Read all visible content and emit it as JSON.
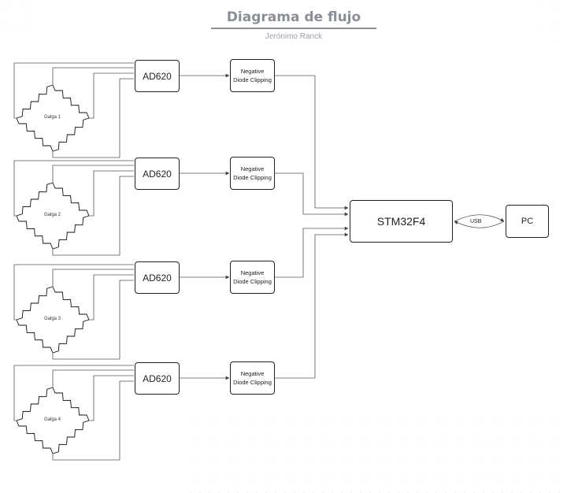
{
  "header": {
    "title": "Diagrama de flujo",
    "author": "Jerónimo Ranck"
  },
  "channels": [
    {
      "gauge_label": "Galga 1",
      "amplifier": "AD620",
      "clipping": "Negative Diode Clipping"
    },
    {
      "gauge_label": "Galga 2",
      "amplifier": "AD620",
      "clipping": "Negative Diode Clipping"
    },
    {
      "gauge_label": "Galga 3",
      "amplifier": "AD620",
      "clipping": "Negative Diode Clipping"
    },
    {
      "gauge_label": "Galga 4",
      "amplifier": "AD620",
      "clipping": "Negative Diode Clipping"
    }
  ],
  "mcu": {
    "label": "STM32F4"
  },
  "link": {
    "label": "USB"
  },
  "host": {
    "label": "PC"
  }
}
